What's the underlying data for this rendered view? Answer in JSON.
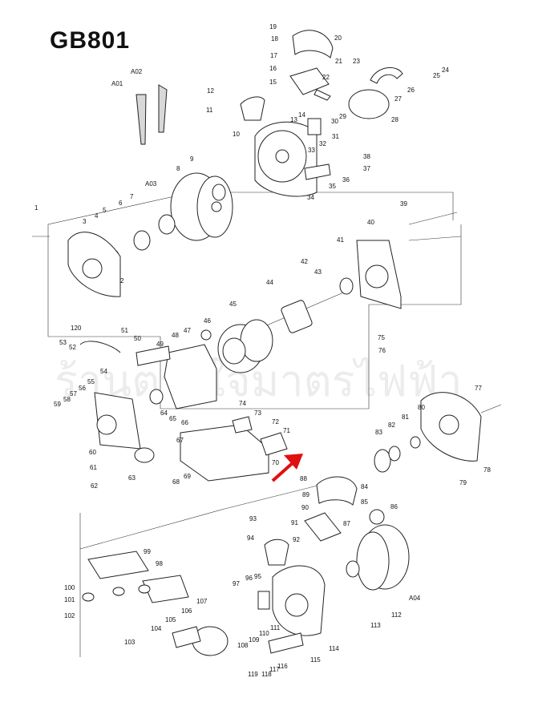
{
  "title": "GB801",
  "watermark": "ร้านตรงใจมาตรไฟฟ้า",
  "colors": {
    "accent_arrow": "#e01010"
  },
  "labels": [
    "1",
    "2",
    "3",
    "4",
    "5",
    "6",
    "7",
    "8",
    "9",
    "10",
    "11",
    "12",
    "13",
    "14",
    "15",
    "16",
    "17",
    "18",
    "19",
    "20",
    "21",
    "22",
    "23",
    "24",
    "25",
    "26",
    "27",
    "28",
    "29",
    "30",
    "31",
    "32",
    "33",
    "34",
    "35",
    "36",
    "37",
    "38",
    "39",
    "40",
    "41",
    "42",
    "43",
    "44",
    "45",
    "46",
    "47",
    "48",
    "49",
    "50",
    "51",
    "52",
    "53",
    "54",
    "55",
    "56",
    "57",
    "58",
    "59",
    "60",
    "61",
    "62",
    "63",
    "64",
    "65",
    "66",
    "67",
    "68",
    "69",
    "70",
    "71",
    "72",
    "73",
    "74",
    "75",
    "76",
    "77",
    "78",
    "79",
    "80",
    "81",
    "82",
    "83",
    "84",
    "85",
    "86",
    "87",
    "88",
    "89",
    "90",
    "91",
    "92",
    "93",
    "94",
    "95",
    "96",
    "97",
    "98",
    "99",
    "100",
    "101",
    "102",
    "103",
    "104",
    "105",
    "106",
    "107",
    "108",
    "109",
    "110",
    "111",
    "112",
    "113",
    "114",
    "115",
    "116",
    "117",
    "118",
    "119",
    "120",
    "A01",
    "A02",
    "A03",
    "A04"
  ]
}
